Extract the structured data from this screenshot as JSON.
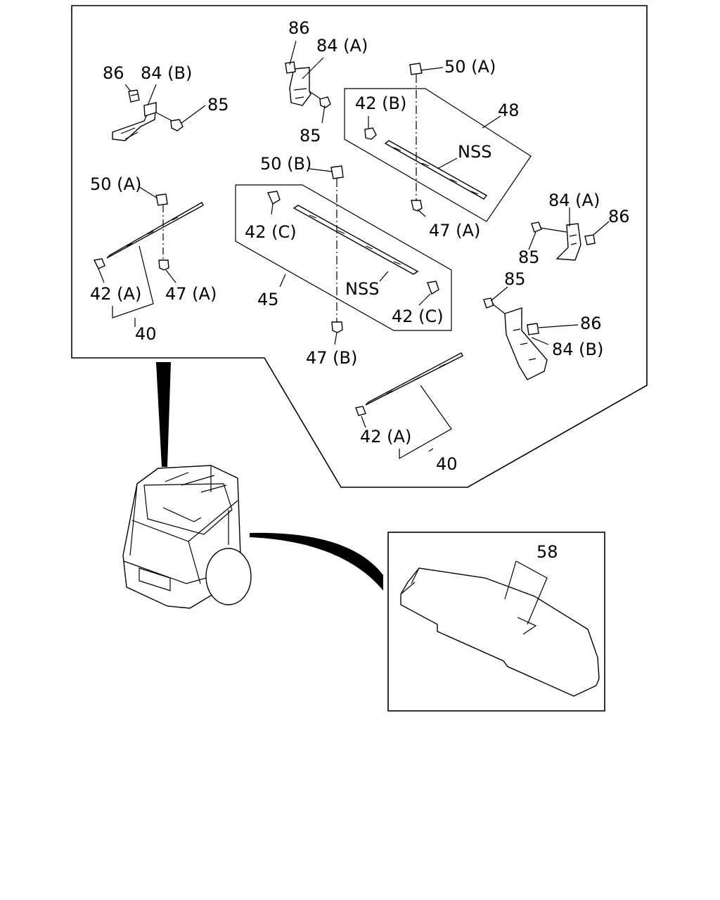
{
  "callouts": [
    {
      "id": "c-86-a",
      "text": "86"
    },
    {
      "id": "c-84a-a",
      "text": "84 (A)"
    },
    {
      "id": "c-50a-a",
      "text": "50 (A)"
    },
    {
      "id": "c-86-b",
      "text": "86"
    },
    {
      "id": "c-84b-a",
      "text": "84 (B)"
    },
    {
      "id": "c-85-a",
      "text": "85"
    },
    {
      "id": "c-42b",
      "text": "42 (B)"
    },
    {
      "id": "c-48",
      "text": "48"
    },
    {
      "id": "c-85-b",
      "text": "85"
    },
    {
      "id": "c-nss-a",
      "text": "NSS"
    },
    {
      "id": "c-50b",
      "text": "50 (B)"
    },
    {
      "id": "c-50a-b",
      "text": "50 (A)"
    },
    {
      "id": "c-84a-b",
      "text": "84 (A)"
    },
    {
      "id": "c-86-c",
      "text": "86"
    },
    {
      "id": "c-42c-a",
      "text": "42 (C)"
    },
    {
      "id": "c-47a-a",
      "text": "47 (A)"
    },
    {
      "id": "c-85-c",
      "text": "85"
    },
    {
      "id": "c-85-d",
      "text": "85"
    },
    {
      "id": "c-42a-a",
      "text": "42 (A)"
    },
    {
      "id": "c-47a-b",
      "text": "47 (A)"
    },
    {
      "id": "c-nss-b",
      "text": "NSS"
    },
    {
      "id": "c-45",
      "text": "45"
    },
    {
      "id": "c-86-d",
      "text": "86"
    },
    {
      "id": "c-42c-b",
      "text": "42 (C)"
    },
    {
      "id": "c-40-a",
      "text": "40"
    },
    {
      "id": "c-84b-b",
      "text": "84 (B)"
    },
    {
      "id": "c-47b",
      "text": "47 (B)"
    },
    {
      "id": "c-42a-b",
      "text": "42 (A)"
    },
    {
      "id": "c-40-b",
      "text": "40"
    },
    {
      "id": "c-58",
      "text": "58"
    }
  ]
}
